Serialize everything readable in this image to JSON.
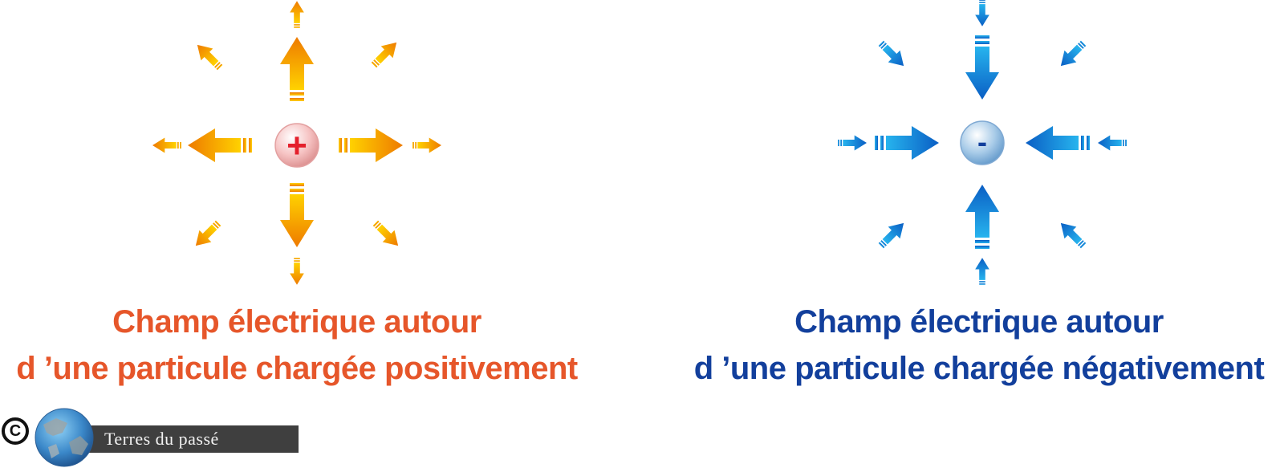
{
  "colors": {
    "positive_dark": "#ee7a00",
    "positive_light": "#ffd200",
    "positive_caption": "#e6562a",
    "positive_particle": "#e4202c",
    "negative_dark": "#0a5ec4",
    "negative_light": "#27b4ee",
    "negative_caption": "#123f9c",
    "negative_particle": "#3d7fc1"
  },
  "positive": {
    "symbol": "+",
    "caption_line1": "Champ électrique autour",
    "caption_line2": "d ’une particule chargée positivement"
  },
  "negative": {
    "symbol": "-",
    "caption_line1": "Champ électrique autour",
    "caption_line2": "d ’une particule chargée négativement"
  },
  "credit": {
    "copyright_symbol": "C",
    "text": "Terres du passé",
    "logo_icon": "globe-icon"
  }
}
